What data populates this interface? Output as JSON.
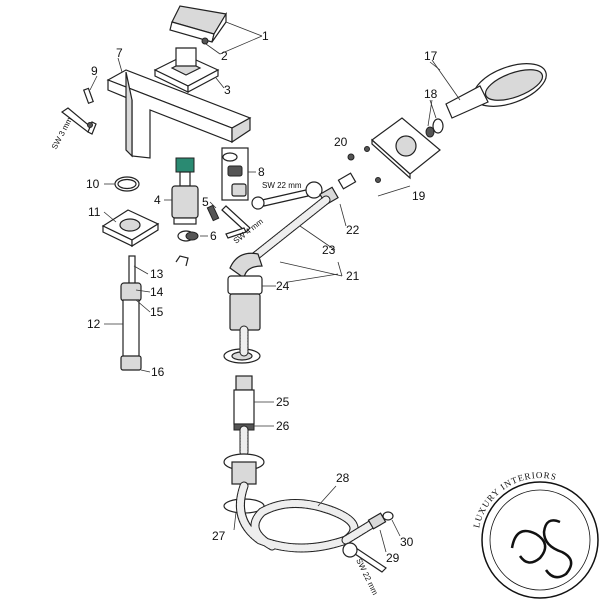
{
  "labels": {
    "l1": "1",
    "l2": "2",
    "l3": "3",
    "l4": "4",
    "l5": "5",
    "l6": "6",
    "l7": "7",
    "l8": "8",
    "l9": "9",
    "l10": "10",
    "l11": "11",
    "l12": "12",
    "l13": "13",
    "l14": "14",
    "l15": "15",
    "l16": "16",
    "l17": "17",
    "l18": "18",
    "l19": "19",
    "l20": "20",
    "l21": "21",
    "l22": "22",
    "l23": "23",
    "l24": "24",
    "l25": "25",
    "l26": "26",
    "l27": "27",
    "l28": "28",
    "l29": "29",
    "l30": "30"
  },
  "tools": {
    "sw3": "SW 3 mm",
    "sw4": "SW 4 mm",
    "sw22_top": "SW 22 mm",
    "sw22_bottom": "SW 22 mm"
  },
  "logo": {
    "text": "LUXURY INTERIORS"
  }
}
